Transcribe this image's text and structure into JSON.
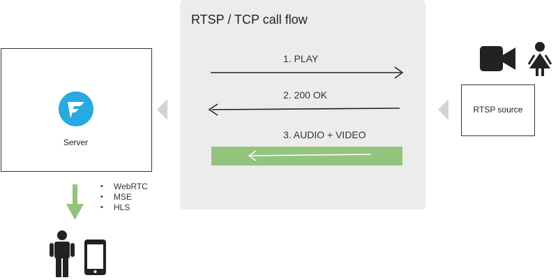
{
  "title": "RTSP / TCP call flow",
  "steps": [
    {
      "label": "1. PLAY",
      "direction": "right"
    },
    {
      "label": "2. 200 OK",
      "direction": "left"
    },
    {
      "label": "3. AUDIO + VIDEO",
      "direction": "left"
    }
  ],
  "server": {
    "label": "Server"
  },
  "source": {
    "label": "RTSP source"
  },
  "protocols": [
    "WebRTC",
    "MSE",
    "HLS"
  ],
  "colors": {
    "panel": "#ececec",
    "media_bar": "#93c47d",
    "down_arrow": "#93c47d",
    "chevron": "#d3d3d3",
    "logo": "#29a9e1",
    "icon": "#222222"
  },
  "icons": [
    "gears-icon",
    "server-logo-icon",
    "camera-icon",
    "woman-icon",
    "man-icon",
    "smartphone-icon"
  ]
}
